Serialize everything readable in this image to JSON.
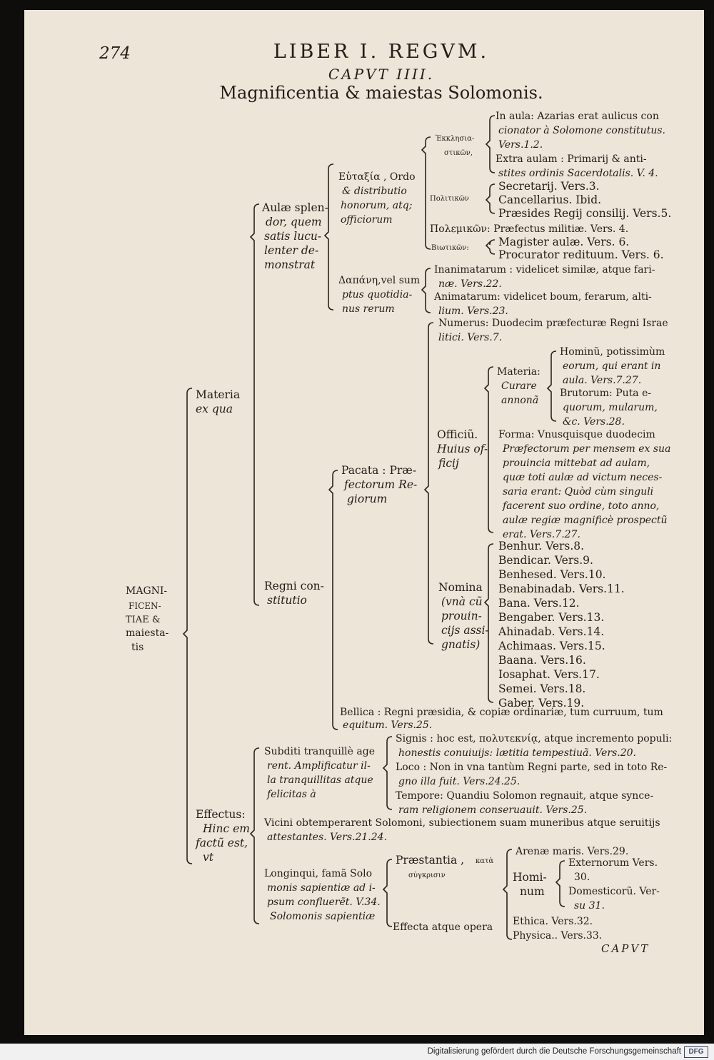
{
  "header": {
    "page_number": "274",
    "running_title": "LIBER I. REGVM.",
    "chapter": "CAPVT IIII.",
    "subject": "Magnificentia & maiestas Solomonis."
  },
  "catchword": "CAPVT",
  "footer": {
    "text": "Digitalisierung gefördert durch die Deutsche Forschungsgemeinschaft",
    "logo": "DFG"
  },
  "tree": {
    "root": [
      "MAGNI-",
      "FICEN-",
      "TIAE &",
      "maiesta-",
      "tis"
    ],
    "materia": [
      "Materia",
      "ex qua"
    ],
    "effectus": [
      "Effectus:",
      "Hinc em",
      "factũ est,",
      "vt"
    ],
    "aulae": [
      "Aulæ splen-",
      "dor, quem",
      "satis lucu-",
      "lenter de-",
      "monstrat"
    ],
    "regni": [
      "Regni con-",
      "stitutio"
    ],
    "eutaxia": [
      "Εὐταξία , Ordo",
      "& distributio",
      "honorum, atq;",
      "officiorum"
    ],
    "dapane": [
      "Δαπάνη,vel sum",
      "ptus quotidia-",
      "nus rerum"
    ],
    "ekklesiastikon": [
      "Ἐκκλησια-",
      "στικῶν,"
    ],
    "in_aula": [
      "In aula: Azarias erat aulicus con",
      "cionator à Solomone constitutus.",
      "Vers.1.2."
    ],
    "extra_aulam": [
      "Extra aulam : Primarij & anti-",
      "stites ordinis Sacerdotalis. V. 4."
    ],
    "politikon": "Πολιτικῶν",
    "secretarii": "Secretarij. Vers.3.",
    "cancellarius": "Cancellarius. Ibid.",
    "praesides": "Præsides Regij consilij. Vers.5.",
    "polemikon": "Πολεμικῶν: Præfectus militiæ. Vers. 4.",
    "biotikon": "Βιωτικῶν:",
    "magister": "Magister aulæ. Vers. 6.",
    "procurator": "Procurator redituum. Vers. 6.",
    "inanimatarum": [
      "Inanimatarum : videlicet similæ, atque fari-",
      "næ. Vers.22."
    ],
    "animatarum": [
      "Animatarum: videlicet boum, ferarum, alti-",
      "lium. Vers.23."
    ],
    "numerus": [
      "Numerus: Duodecim præfecturæ Regni Israe",
      "litici. Vers.7."
    ],
    "officium": [
      "Officiũ.",
      "Huius of-",
      "ficij"
    ],
    "materia2": [
      "Materia:",
      "Curare",
      "annonã"
    ],
    "hominum": [
      "Hominũ, potissimùm",
      "eorum, qui erant in",
      "aula. Vers.7.27."
    ],
    "brutorum": [
      "Brutorum: Puta e-",
      "quorum, mularum,",
      "&c. Vers.28."
    ],
    "forma": [
      "Forma: Vnusquisque duodecim",
      "Præfectorum per mensem ex sua",
      "prouincia mittebat ad aulam,",
      "quæ toti aulæ ad victum neces-",
      "saria erant: Quòd cùm singuli",
      "facerent suo ordine, toto anno,",
      "aulæ regiæ magnificè prospectũ",
      "erat. Vers.7.27."
    ],
    "pacata": [
      "Pacata : Præ-",
      "fectorum Re-",
      "giorum"
    ],
    "nomina": [
      "Nomina",
      "(vnà cũ",
      "prouin-",
      "cijs assi-",
      "gnatis)"
    ],
    "names": [
      "Benhur. Vers.8.",
      "Bendicar. Vers.9.",
      "Benhesed. Vers.10.",
      "Benabinadab. Vers.11.",
      "Bana. Vers.12.",
      "Bengaber. Vers.13.",
      "Ahinadab. Vers.14.",
      "Achimaas. Vers.15.",
      "Baana. Vers.16.",
      "Iosaphat. Vers.17.",
      "Semei. Vers.18.",
      "Gaber. Vers.19."
    ],
    "bellica": [
      "Bellica : Regni præsidia, & copiæ ordinariæ, tum curruum, tum",
      "equitum. Vers.25."
    ],
    "subditi": [
      "Subditi tranquillè age",
      "rent. Amplificatur il-",
      "la tranquillitas atque",
      "felicitas à"
    ],
    "signis": [
      "Signis : hoc est, πολυτεκνίᾳ, atque incremento populi:",
      "honestis conuiuijs: lætitia tempestiuã. Vers.20."
    ],
    "loco": [
      "Loco : Non in vna tantùm Regni parte, sed in toto Re-",
      "gno illa fuit. Vers.24.25."
    ],
    "tempore": [
      "Tempore: Quandiu Solomon regnauit, atque synce-",
      "ram religionem conseruauit. Vers.25."
    ],
    "vicini": [
      "Vicini obtemperarent Solomoni, subiectionem suam muneribus atque seruitijs",
      "attestantes. Vers.21.24."
    ],
    "longinqui": [
      "Longinqui, famã Solo",
      "monis sapientiæ ad i-",
      "psum confluerẽt. V.34."
    ],
    "solomonis_sap": "Solomonis sapientiæ",
    "praestantia": "Præstantia ,",
    "kata": "κατὰ",
    "synkrisin": "σύγκρισιν",
    "arenae": "Arenæ maris. Vers.29.",
    "homi_num": [
      "Homi-",
      "num"
    ],
    "externorum": [
      "Externorum Vers.",
      "30."
    ],
    "domesticorum": [
      "Domesticorũ. Ver-",
      "su 31."
    ],
    "effecta": "Effecta atque opera",
    "ethica": "Ethica. Vers.32.",
    "physica": "Physica.. Vers.33."
  }
}
